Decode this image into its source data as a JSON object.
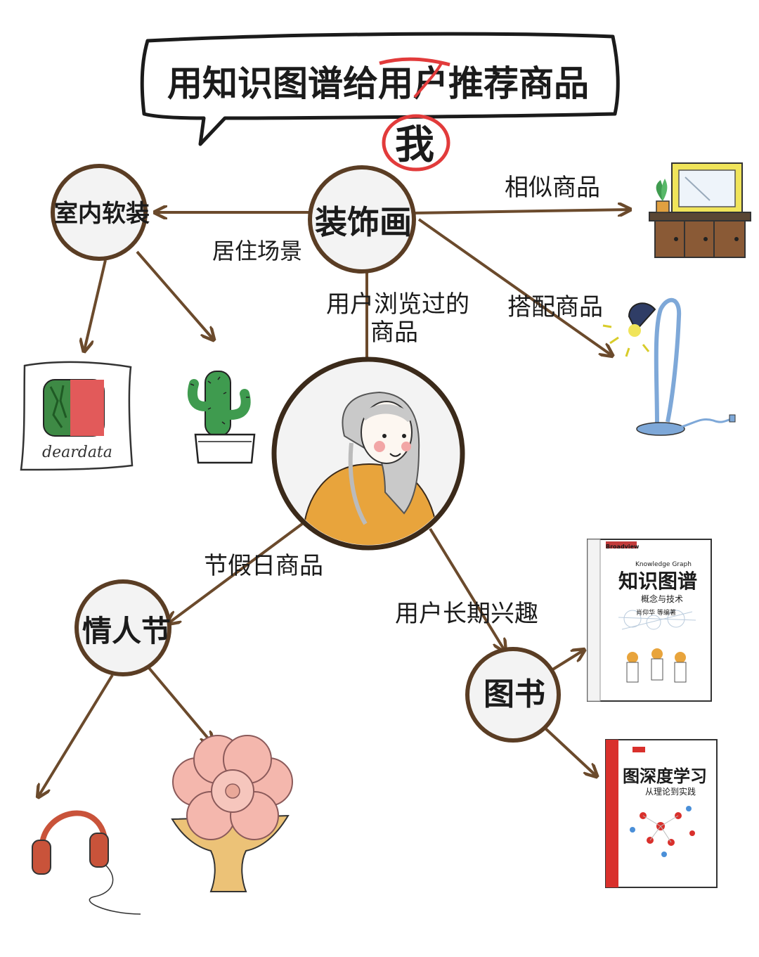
{
  "title": {
    "prefix": "用知识图谱给",
    "struck": "用户",
    "suffix": "推荐商品",
    "correction": "我"
  },
  "nodes": {
    "center_painting": "装饰画",
    "interior": "室内软装",
    "valentine": "情人节",
    "books": "图书"
  },
  "edges": {
    "living_scene": "居住场景",
    "similar": "相似商品",
    "matching": "搭配商品",
    "browsed_line1": "用户浏览过的",
    "browsed_line2": "商品",
    "holiday": "节假日商品",
    "longterm": "用户长期兴趣"
  },
  "items": {
    "pillow_brand": "deardata",
    "book1": {
      "publisher_logo": "Broadview",
      "subtitle_en": "Knowledge Graph",
      "title": "知识图谱",
      "subtitle": "概念与技术",
      "author": "肖仰华 等编著"
    },
    "book2": {
      "title": "图深度学习",
      "subtitle": "从理论到实践"
    }
  },
  "colors": {
    "arrow": "#6b4a2c",
    "title_strike": "#e23b3b",
    "circle_fill": "#f3f3f3",
    "sweater": "#e8a43c",
    "cactus": "#3f9b4f",
    "flower": "#f4b7ad",
    "headphones": "#c9533a",
    "lamp": "#7ea8d8"
  }
}
